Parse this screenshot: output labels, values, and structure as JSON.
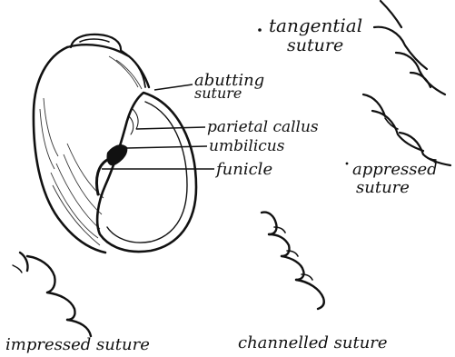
{
  "labels": {
    "tangential_suture": [
      "tangential",
      "suture"
    ],
    "abutting_suture": [
      "abutting",
      "suture"
    ],
    "parietal_callus": "parietal callus",
    "umbilicus": "umbilicus",
    "funicle": "funicle",
    "appressed_suture": [
      "appressed",
      "suture"
    ],
    "impressed_suture": "impressed suture",
    "channelled_suture": "channelled suture"
  },
  "colors": {
    "ink": "#111111",
    "paper": "#ffffff"
  }
}
